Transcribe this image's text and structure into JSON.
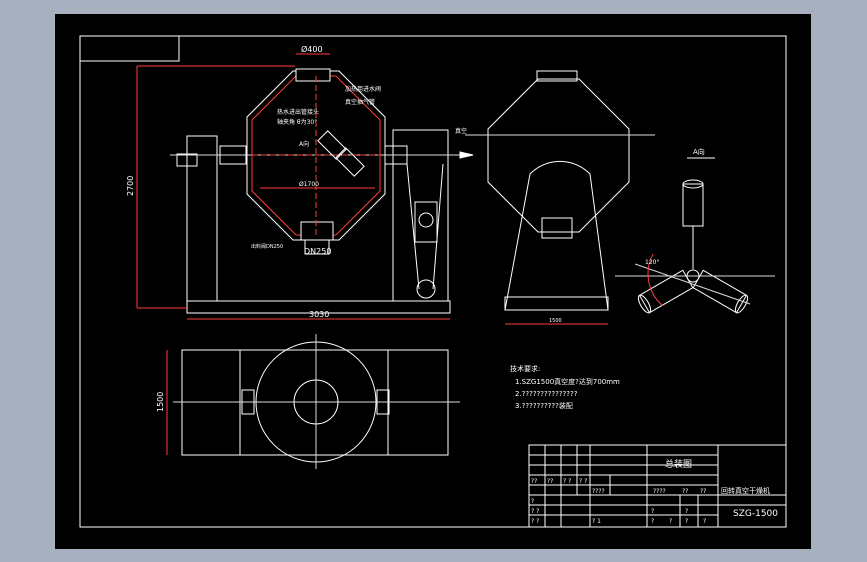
{
  "drawing": {
    "title_block": {
      "drawing_name": "总装图",
      "product_name": "回转真空干燥机",
      "model": "SZG-1500",
      "placeholder_cells": [
        "??",
        "??",
        "? ?",
        "? ?",
        "????",
        "????",
        "??",
        "??",
        "?",
        "? ?",
        "? ?",
        "? 1",
        "?",
        "?",
        "?",
        "?",
        "?",
        "?"
      ]
    },
    "notes": {
      "heading": "技术要求:",
      "lines": [
        "1.SZG1500真空度?达到700mm",
        "2.???????????????",
        "3.??????????装配"
      ]
    },
    "front_view": {
      "labels": {
        "top_diameter": "Ø400",
        "body_diameter": "Ø1700",
        "bottom_port": "DN250",
        "total_height": "2700",
        "total_length": "3030",
        "center_label": "A向",
        "note_top_right_1": "加热用进水阀",
        "note_top_right_2": "真空抽气管",
        "note_upper_1": "热水进出管接头",
        "note_angle": "轴夹角 θ为30°",
        "note_bottom_left": "出料阀DN250"
      }
    },
    "side_view": {
      "labels": {
        "base_width": "1500",
        "shaft_label": "真空"
      }
    },
    "plan_view": {
      "labels": {
        "width": "1500"
      }
    },
    "detail_view": {
      "labels": {
        "title": "A向",
        "angle": "120°"
      }
    }
  }
}
